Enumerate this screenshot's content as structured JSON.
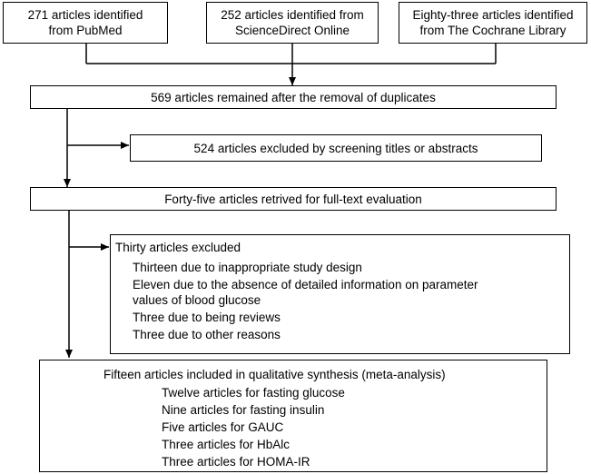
{
  "sources": [
    {
      "line1": "271 articles identified",
      "line2": "from PubMed"
    },
    {
      "line1": "252 articles identified from",
      "line2": "ScienceDirect Online"
    },
    {
      "line1": "Eighty-three articles identified",
      "line2": "from The Cochrane Library"
    }
  ],
  "after_duplicates": "569 articles remained after the removal of duplicates",
  "excluded_screening": "524 articles excluded by screening titles or abstracts",
  "fulltext": "Forty-five articles retrived for full-text evaluation",
  "excluded_fulltext": {
    "title": "Thirty articles excluded",
    "items": [
      "Thirteen due to inappropriate study design",
      "Eleven due to the absence of detailed information on parameter",
      "values of blood glucose",
      "Three due to being reviews",
      "Three due to other reasons"
    ]
  },
  "included": {
    "title": "Fifteen articles included in qualitative synthesis (meta-analysis)",
    "items": [
      "Twelve articles for fasting glucose",
      "Nine articles for fasting insulin",
      "Five articles for GAUC",
      "Three articles for HbAlc",
      "Three articles for HOMA-IR"
    ]
  }
}
